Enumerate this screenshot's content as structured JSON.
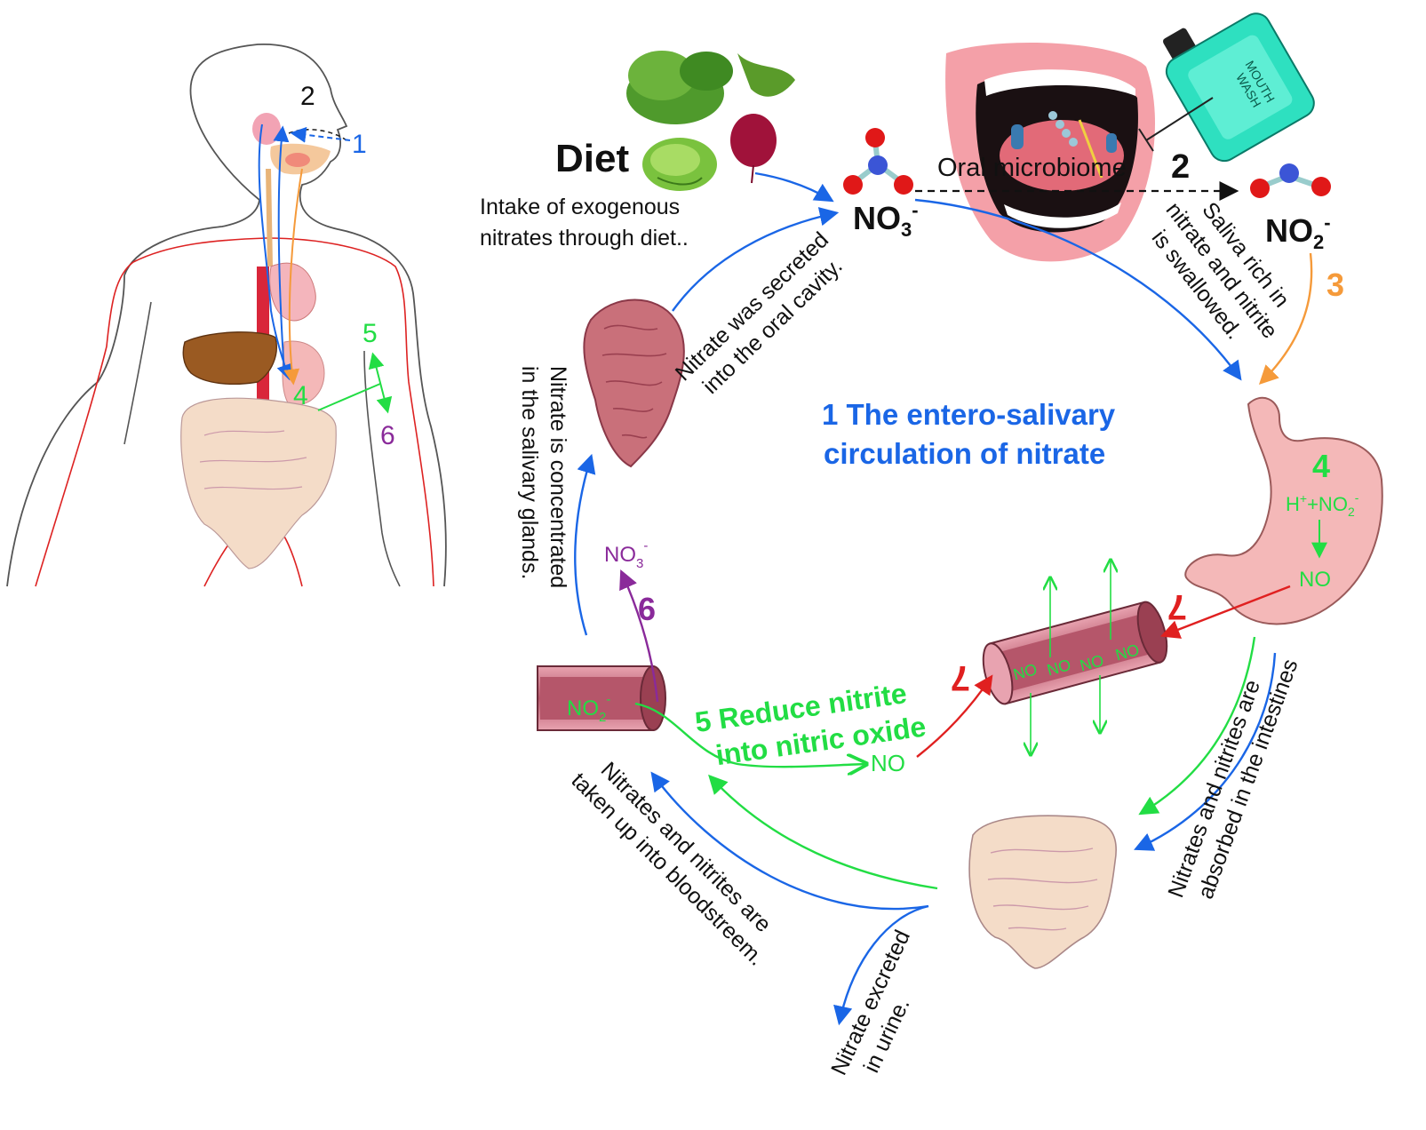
{
  "labels": {
    "body_num_1": "1",
    "body_num_2": "2",
    "body_num_4": "4",
    "body_num_5": "5",
    "body_num_6": "6",
    "diet_title": "Diet",
    "diet_line1": "Intake of exogenous",
    "diet_line2": "nitrates through diet..",
    "no3_main": "NO",
    "no3_sub": "3",
    "no3_sup": "-",
    "oral_microbiome": "Oral microbiome",
    "step2": "2",
    "mouthwash_line1": "MOUTH",
    "mouthwash_line2": "WASH",
    "no2_main": "NO",
    "no2_sub": "2",
    "no2_sup": "-",
    "step3": "3",
    "saliva_line1": "Saliva rich in",
    "saliva_line2": "nitrate and nitrite",
    "saliva_line3": "is swallowed.",
    "secreted_line1": "Nitrate was secreted",
    "secreted_line2": "into the oral cavity.",
    "concentrated_line1": "Nitrate is concentrated",
    "concentrated_line2": "in the salivary glands.",
    "center_line1": "1 The entero-salivary",
    "center_line2": "circulation of nitrate",
    "step4": "4",
    "stomach_reaction_h": "H",
    "stomach_reaction_plus": "+",
    "stomach_reaction_rest": "+NO",
    "stomach_reaction_sub": "2",
    "stomach_reaction_sup": "-",
    "stomach_no": "NO",
    "step7_right": "7",
    "step7_left": "7",
    "vessel_no": "NO",
    "reduce_line1": "5 Reduce nitrite",
    "reduce_line2": "into nitric oxide",
    "reduce_no": "NO",
    "vessel_left_no2": "NO",
    "vessel_left_no2_sub": "2",
    "vessel_left_no2_sup": "-",
    "no3_purple": "NO",
    "no3_purple_sub": "3",
    "no3_purple_sup": "-",
    "step6": "6",
    "absorbed_line1": "Nitrates and nitrites are",
    "absorbed_line2": "absorbed in the intestines",
    "uptake_line1": "Nitrates and nitrites are",
    "uptake_line2": "taken up into bloodstreem.",
    "urine_line1": "Nitrate excreted",
    "urine_line2": "in urine."
  },
  "colors": {
    "blue": "#1a66e6",
    "green": "#22dd44",
    "orange": "#f59a3a",
    "red": "#e02020",
    "purple": "#8a2a9a",
    "pink": "#f4b8b8",
    "vessel": "#b5566a",
    "nitrogen": "#3b55d6",
    "oxygen": "#e01818"
  }
}
